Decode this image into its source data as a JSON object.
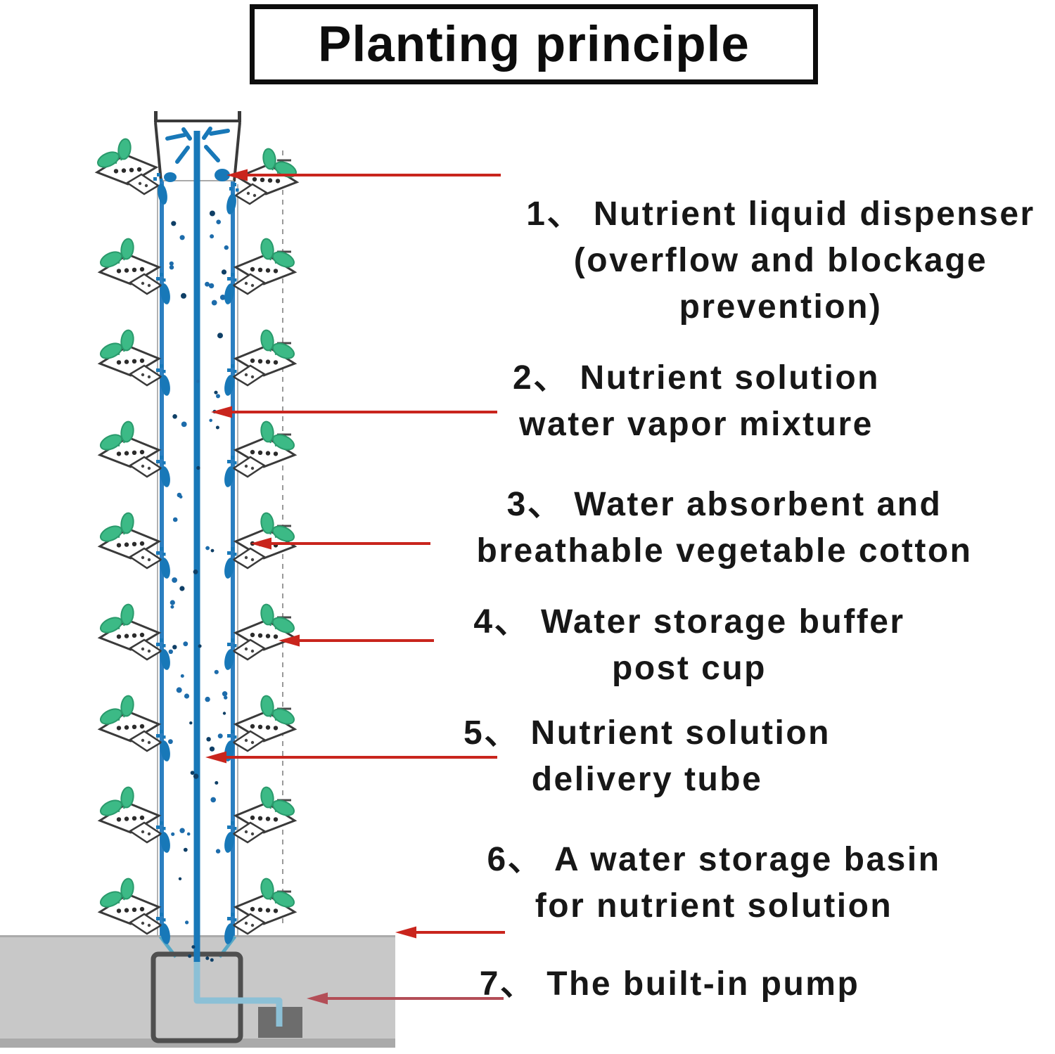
{
  "title": "Planting principle",
  "legend": {
    "items": [
      {
        "number": "1",
        "lines": [
          "1、 Nutrient liquid dispenser",
          "(overflow and blockage",
          "prevention)"
        ]
      },
      {
        "number": "2",
        "lines": [
          "2、 Nutrient solution",
          "water vapor mixture"
        ]
      },
      {
        "number": "3",
        "lines": [
          "3、 Water absorbent and",
          "breathable vegetable cotton"
        ]
      },
      {
        "number": "4",
        "lines": [
          "4、 Water storage buffer",
          "post cup"
        ]
      },
      {
        "number": "5",
        "lines": [
          "5、 Nutrient solution",
          "delivery tube"
        ]
      },
      {
        "number": "6",
        "lines": [
          "6、 A water storage basin",
          "for nutrient solution"
        ]
      },
      {
        "number": "7",
        "lines": [
          "7、 The built-in pump"
        ]
      }
    ]
  },
  "diagram": {
    "plant_levels": 9,
    "plant_sides": 2,
    "colors": {
      "arrow": "#c9251d",
      "arrow_muted": "#b34e57",
      "tower_wall": "#2b7fc1",
      "tube": "#1878b8",
      "pipe": "#8cc0d6",
      "leaf": "#3cba86",
      "leaf_edge": "#2a9a6c",
      "outline": "#3a3a3a",
      "mist_dot_light": "#1d6cab",
      "mist_dot_dark": "#0f3f66",
      "basin": "#c8c8c8",
      "basin_edge": "#aaaaaa",
      "tank_outline": "#4f4f4f",
      "pump": "#6d6d6d",
      "ruler": "#9a9a9a",
      "tick": "#4a4a4a",
      "funnel": "#57a8c6",
      "pod_dot": "#2b2b2b"
    }
  }
}
